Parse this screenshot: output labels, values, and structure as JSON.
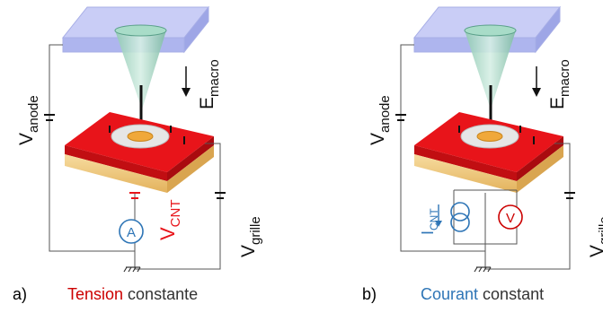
{
  "panel_a": {
    "tag": "a)",
    "caption_highlight": "Tension",
    "caption_rest": " constante",
    "v_anode_main": "V",
    "v_anode_sub": "anode",
    "e_macro_main": "E",
    "e_macro_sub": "macro",
    "v_grille_main": "V",
    "v_grille_sub": "grille",
    "v_cnt_main": "V",
    "v_cnt_sub": "CNT",
    "ammeter_symbol": "A"
  },
  "panel_b": {
    "tag": "b)",
    "caption_highlight": "Courant",
    "caption_rest": " constant",
    "v_anode_main": "V",
    "v_anode_sub": "anode",
    "e_macro_main": "E",
    "e_macro_sub": "macro",
    "v_grille_main": "V",
    "v_grille_sub": "grille",
    "i_cnt_main": "I",
    "i_cnt_sub": "CNT",
    "voltmeter_symbol": "V"
  },
  "colors": {
    "tension_red": "#cc0000",
    "courant_blue": "#2e75b6",
    "anode_plate": "#b8bff0",
    "grid_red": "#e8141a",
    "substrate_gold": "#f2c87a"
  }
}
